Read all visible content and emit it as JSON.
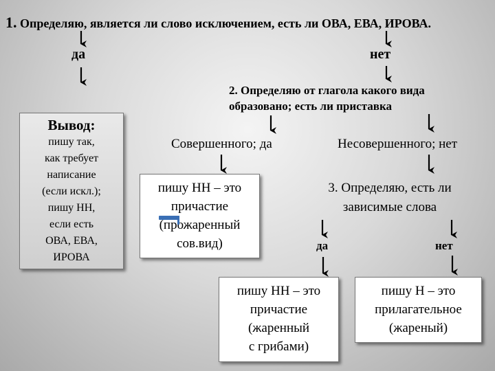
{
  "step1": {
    "number": "1.",
    "text": "Определяю, является ли слово исключением, есть ли ОВА, ЕВА, ИРОВА."
  },
  "branch1": {
    "yes": "да",
    "no": "нет"
  },
  "step2": {
    "line1": "2. Определяю от глагола какого вида",
    "line2": "образовано; есть ли приставка"
  },
  "conclusion": {
    "title": "Вывод:",
    "lines": [
      "пишу так,",
      "как требует",
      "написание",
      "(если искл.);",
      "пишу НН,",
      "если есть",
      "ОВА, ЕВА,",
      "ИРОВА"
    ]
  },
  "aspect": {
    "perfective": "Совершенного; да",
    "imperfective": "Несовершенного; нет"
  },
  "box_participle_perf": {
    "lines": [
      "пишу НН – это",
      "причастие",
      "(прожаренный",
      "сов.вид)"
    ]
  },
  "step3": {
    "line1": "3. Определяю, есть ли",
    "line2": "зависимые слова"
  },
  "branch3": {
    "yes": "да",
    "no": "нет"
  },
  "box_participle_dep": {
    "lines": [
      "пишу НН – это",
      "причастие",
      "(жаренный",
      "с грибами)"
    ]
  },
  "box_adjective": {
    "lines": [
      "пишу Н – это",
      "прилагательное",
      "(жареный)"
    ]
  },
  "colors": {
    "arrow": "#000000",
    "cursor_marker": "#3a6fb5"
  }
}
